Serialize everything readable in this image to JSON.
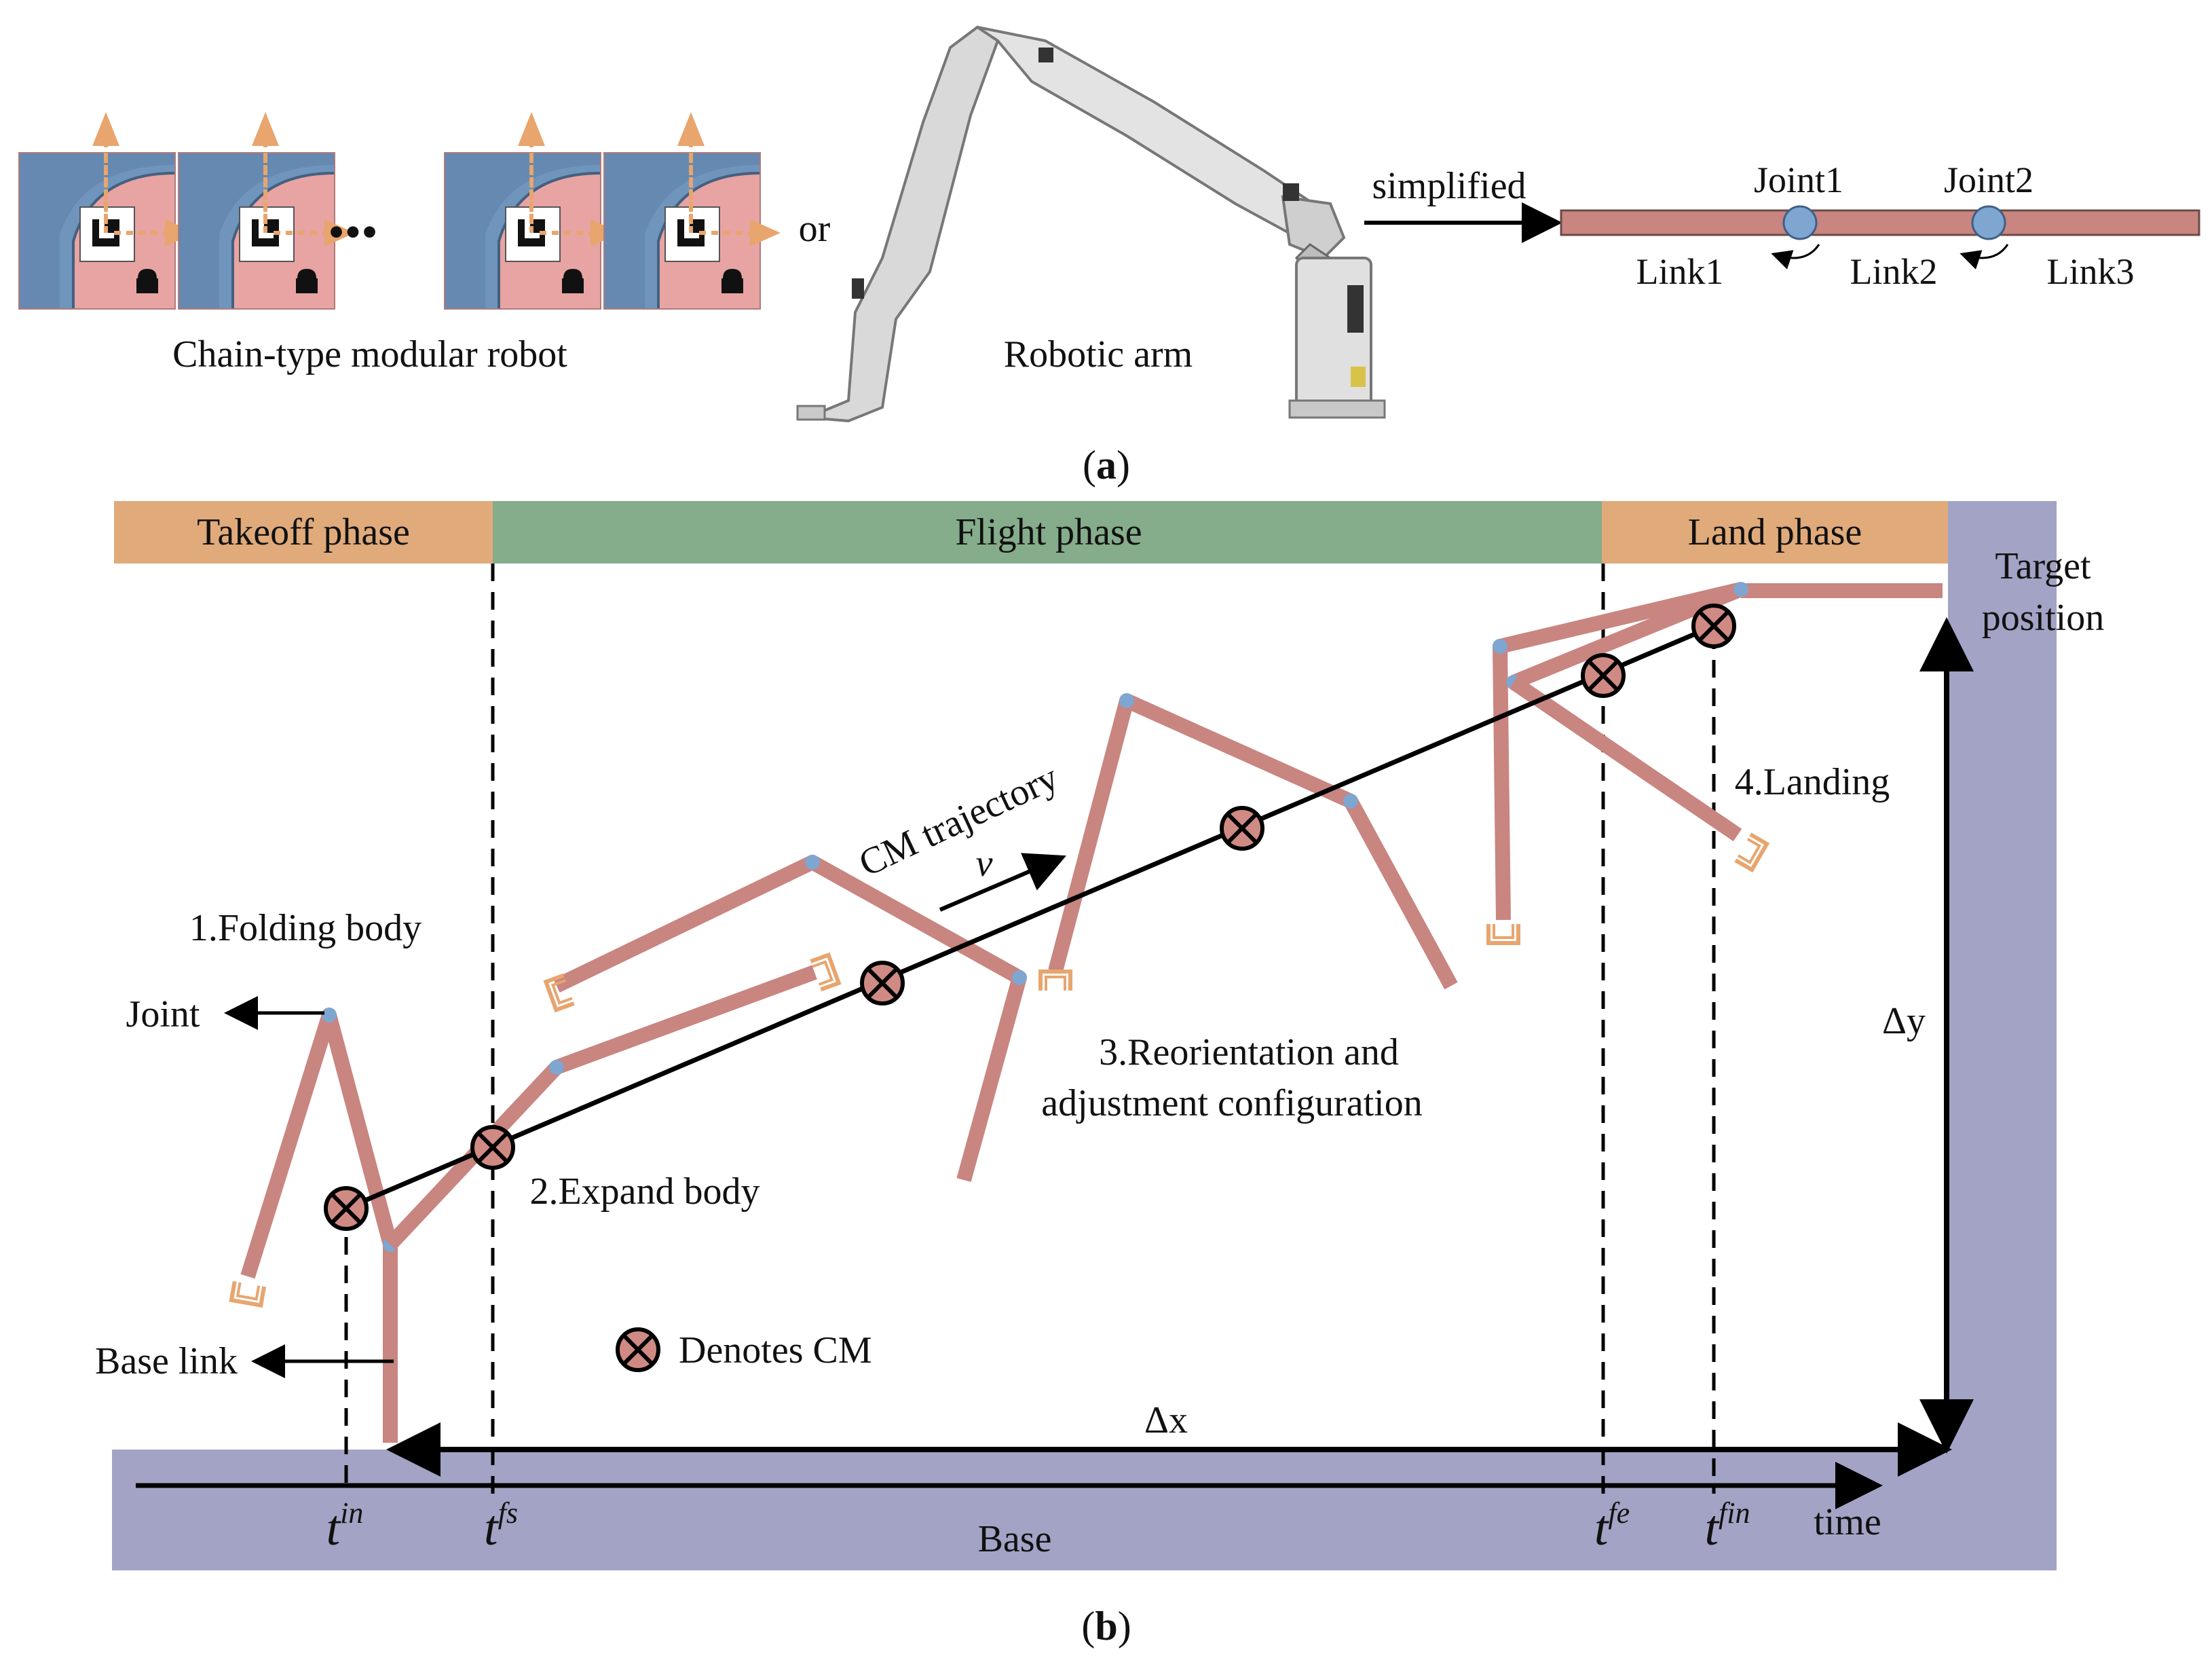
{
  "panel_a": {
    "caption_open": "(",
    "caption_letter": "a",
    "caption_close": ")",
    "modular_label": "Chain-type modular robot",
    "ellipsis": "•••",
    "or_label": "or",
    "arm_label": "Robotic arm",
    "simplified_label": "simplified",
    "joint1": "Joint1",
    "joint2": "Joint2",
    "link1": "Link1",
    "link2": "Link2",
    "link3": "Link3"
  },
  "panel_b": {
    "caption_open": "(",
    "caption_letter": "b",
    "caption_close": ")",
    "phases": {
      "takeoff": "Takeoff phase",
      "flight": "Flight phase",
      "land": "Land phase"
    },
    "target_line1": "Target",
    "target_line2": "position",
    "cm_trajectory": "CM trajectory",
    "velocity": "v",
    "step1": "1.Folding body",
    "step2": "2.Expand body",
    "step3_line1": "3.Reorientation and",
    "step3_line2": "adjustment configuration",
    "step4": "4.Landing",
    "joint_label": "Joint",
    "base_link_label": "Base link",
    "legend_cm": "Denotes CM",
    "delta_x": "Δx",
    "delta_y": "Δy",
    "base_label": "Base",
    "time_label": "time",
    "t_symbol": "t",
    "t_in": "in",
    "t_fs": "fs",
    "t_fe": "fe",
    "t_fin": "fin"
  },
  "colors": {
    "link": "#c98580",
    "joint": "#7fa6d0",
    "takeoff_phase": "#e0aa7b",
    "flight_phase": "#85ac8b",
    "base": "#a2a3c5",
    "cm_fill": "#d08a84",
    "module_blue": "#6b8fb5",
    "module_pink": "#e8a3a3",
    "gripper": "#e7a56f"
  }
}
